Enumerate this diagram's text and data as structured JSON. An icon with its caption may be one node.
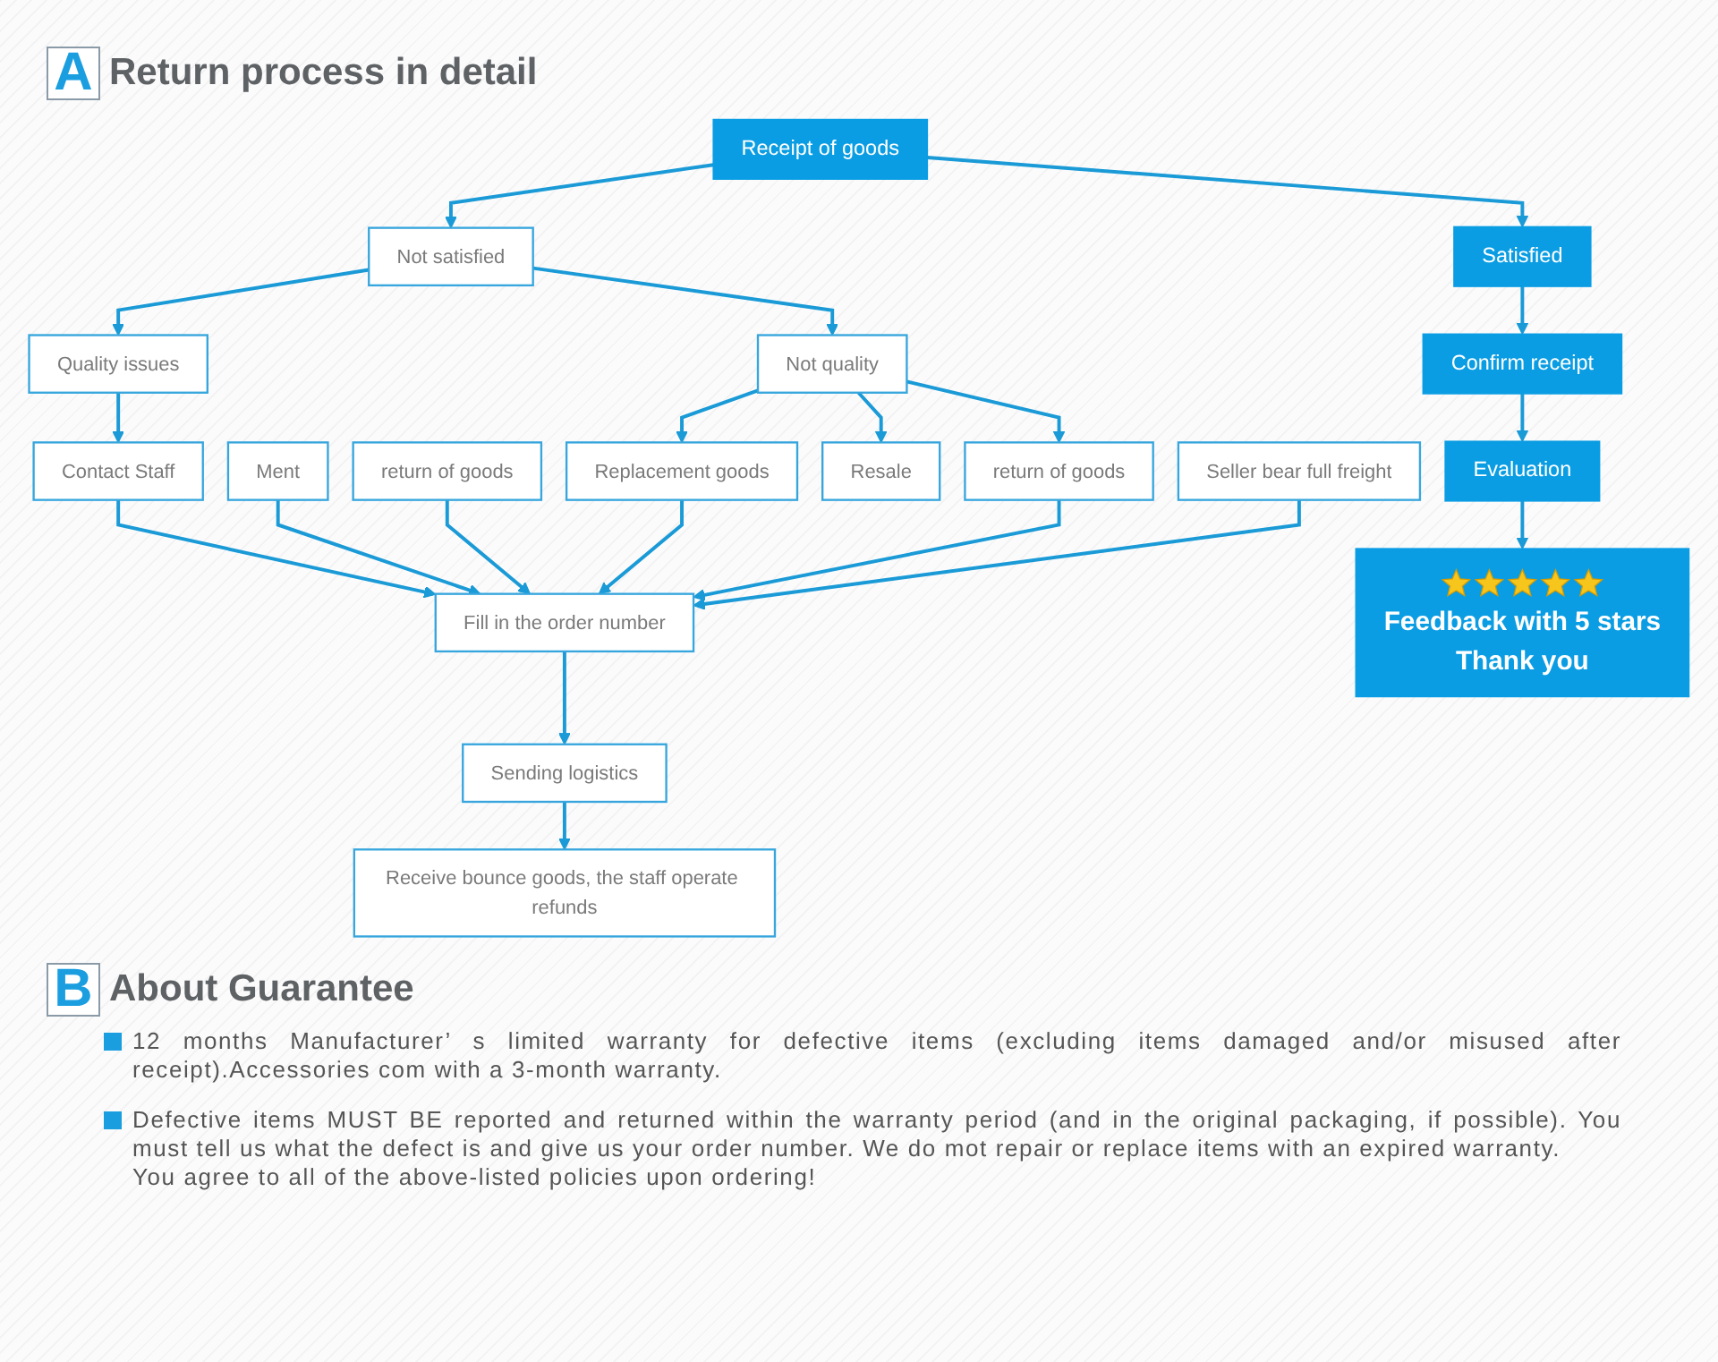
{
  "diagram": {
    "title": "Return process in detail",
    "nodes": [
      {
        "text": [
          "Receipt of goods"
        ]
      },
      {
        "text": [
          "Satisfied"
        ]
      },
      {
        "text": [
          "Confirm receipt"
        ]
      },
      {
        "text": [
          "Evaluation"
        ]
      },
      {
        "text": [
          "Not satisfied"
        ]
      },
      {
        "text": [
          "Quality issues"
        ]
      },
      {
        "text": [
          "Contact Staff"
        ]
      },
      {
        "text": [
          "Ment"
        ]
      },
      {
        "text": [
          "return of goods"
        ]
      },
      {
        "text": [
          "Not quality"
        ]
      },
      {
        "text": [
          "Resale"
        ]
      },
      {
        "text": [
          "Replacement goods"
        ]
      },
      {
        "text": [
          "return of goods"
        ]
      },
      {
        "text": [
          "Seller bear full freight"
        ]
      },
      {
        "text": [
          "Fill in the order number"
        ]
      },
      {
        "text": [
          "Sending logistics"
        ]
      },
      {
        "text": [
          "Receive bounce goods, the staff operate refunds"
        ]
      },
      {
        "text": [
          "Feedback with 5 stars",
          "Thank you"
        ]
      }
    ],
    "edges": [
      {
        "from": 0,
        "to": 1,
        "arrow": "to"
      },
      {
        "from": 1,
        "to": 2,
        "arrow": "to"
      },
      {
        "from": 2,
        "to": 3,
        "arrow": "to"
      },
      {
        "from": 3,
        "to": 17,
        "arrow": "to"
      },
      {
        "from": 0,
        "to": 4,
        "arrow": "to"
      },
      {
        "from": 4,
        "to": 5,
        "arrow": "to"
      },
      {
        "from": 5,
        "to": 6,
        "arrow": "to"
      },
      {
        "from": 4,
        "to": 9,
        "arrow": "to"
      },
      {
        "from": 6,
        "to": 14,
        "arrow": "to"
      },
      {
        "from": 7,
        "to": 14,
        "arrow": "to"
      },
      {
        "from": 8,
        "to": 14,
        "arrow": "to"
      },
      {
        "from": 9,
        "to": 10,
        "arrow": "to"
      },
      {
        "from": 9,
        "to": 11,
        "arrow": "to"
      },
      {
        "from": 9,
        "to": 12,
        "arrow": "to"
      },
      {
        "from": 11,
        "to": 14,
        "arrow": "to"
      },
      {
        "from": 12,
        "to": 14,
        "arrow": "to"
      },
      {
        "from": 13,
        "to": 14,
        "arrow": "to"
      },
      {
        "from": 14,
        "to": 15,
        "arrow": "to"
      },
      {
        "from": 15,
        "to": 16,
        "arrow": "to"
      }
    ],
    "labels": [
      "A",
      "B",
      "About Guarantee",
      "12 months Manufacturer’ s limited warranty for defective items (excluding items damaged and/or misused after receipt).Accessories com with a 3-month warranty.",
      "Defective items MUST BE reported and returned within the warranty period (and in the original packaging, if possible). You must tell us what the defect is and give us your order number. We do mot repair or replace items with an expired warranty.",
      "You agree to all of the above-listed policies upon ordering!"
    ]
  }
}
